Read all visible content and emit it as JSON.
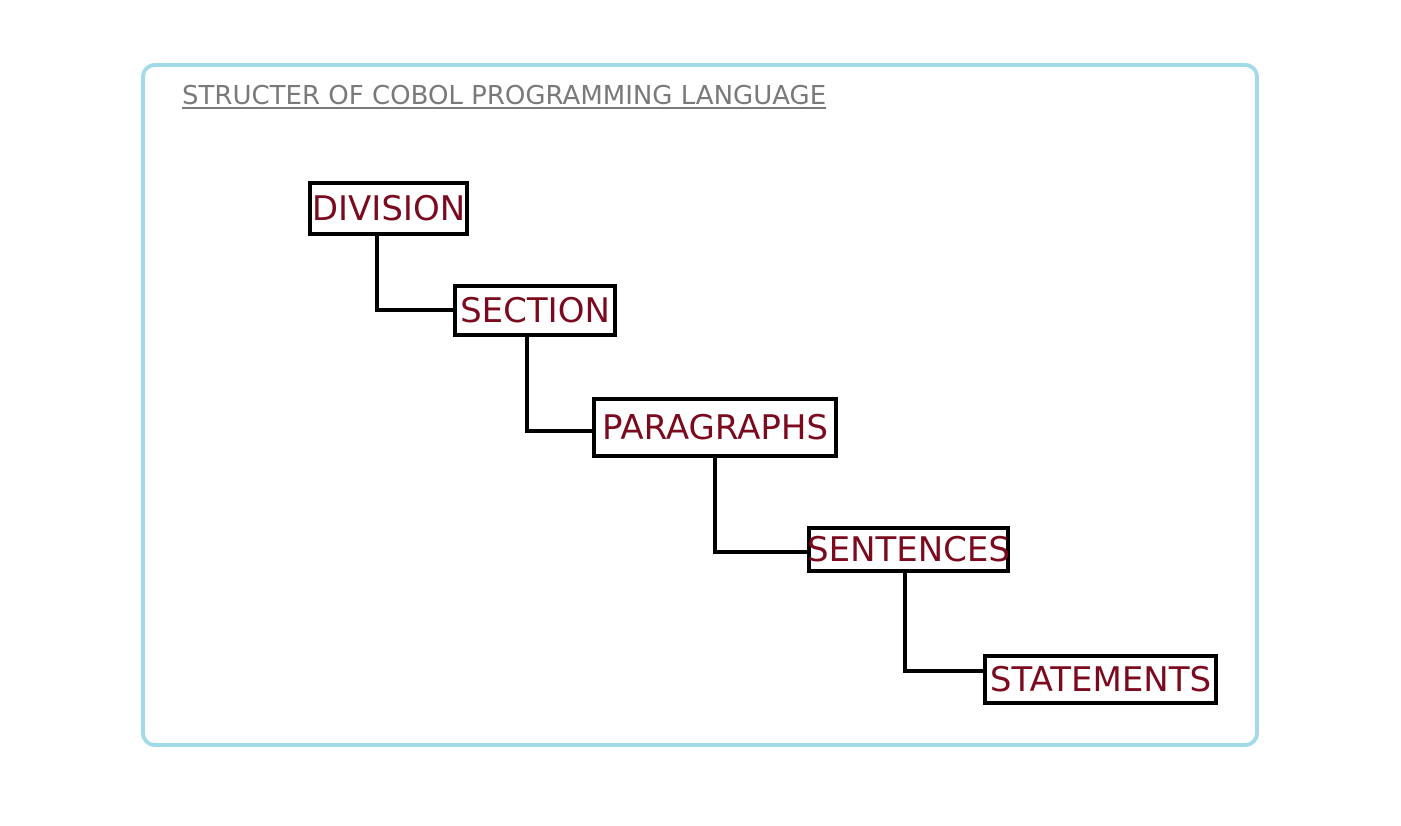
{
  "title": "STRUCTER OF COBOL PROGRAMMING LANGUAGE",
  "colors": {
    "frame_border": "#a3dae8",
    "title_text": "#7a7a7a",
    "node_text": "#7b0a1e",
    "node_border": "#000000",
    "connector": "#000000"
  },
  "nodes": [
    {
      "id": "division",
      "label": "DIVISION"
    },
    {
      "id": "section",
      "label": "SECTION"
    },
    {
      "id": "paragraphs",
      "label": "PARAGRAPHS"
    },
    {
      "id": "sentences",
      "label": "SENTENCES"
    },
    {
      "id": "statements",
      "label": "STATEMENTS"
    }
  ],
  "edges": [
    {
      "from": "division",
      "to": "section"
    },
    {
      "from": "section",
      "to": "paragraphs"
    },
    {
      "from": "paragraphs",
      "to": "sentences"
    },
    {
      "from": "sentences",
      "to": "statements"
    }
  ]
}
